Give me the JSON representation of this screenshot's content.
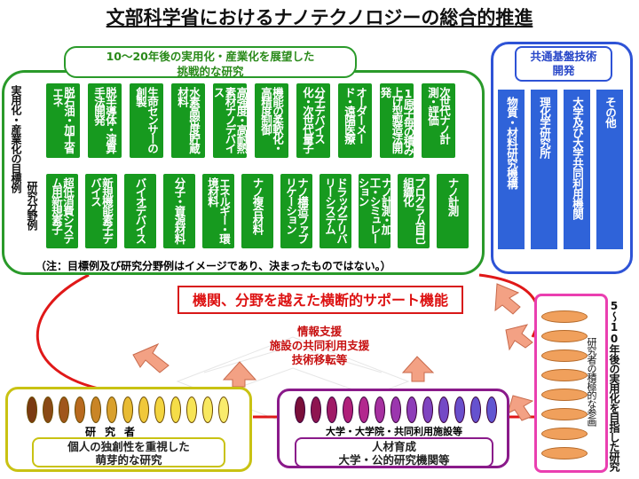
{
  "title": "文部科学省におけるナノテクノロジーの総合的推進",
  "top_banner": {
    "line1": "10～20年後の実用化・産業化を展望した",
    "line2": "挑戦的な研究"
  },
  "row_labels": {
    "goal": "実用化・産業化の目標例",
    "field": "研究分野例"
  },
  "goal_columns": [
    "脱石油・加工省エネ",
    "脱半導体・演算手法開発",
    "生命センサーの創製",
    "水素高密度貯蔵材料",
    "高強度・高耐熱素材ナノデバイス",
    "機能の柔軟化・高精度制御",
    "分子デバイス化・次世代量子",
    "オーダーメード・遠隔医療",
    "1原子毎の積み上げ型製造法開発",
    "次世代ナノ計測・評価"
  ],
  "field_columns": [
    "超低消費システム用新規素子",
    "新規機能素子デバイス",
    "バイオデバイス",
    "分子・資源材料",
    "エネルギー・環境材料",
    "ナノ複合材料",
    "ナノ構造ファブリケーション",
    "ドラッグデリバリーシステム",
    "ナノ計測・加工・シミュレーション",
    "プログラム自己組織化",
    "ナノ計測"
  ],
  "note": "（注：目標例及び研究分野例はイメージであり、決まったものではない。）",
  "infra": {
    "title_line1": "共通基盤技術",
    "title_line2": "開発",
    "columns": [
      "物質・材料研究機構",
      "理化学研究所",
      "大学及び大学共同利用機関",
      "その他"
    ]
  },
  "support": {
    "headline": "機関、分野を越えた横断的サポート機能",
    "items": [
      "情報支援",
      "施設の共同利用支援",
      "技術移転等"
    ]
  },
  "pink_panel": {
    "label_main": "5～10年後の実用化を目指した研究",
    "label_sub": "研究者の積極的な参画"
  },
  "left_panel": {
    "caption": "研究者",
    "box_line1": "個人の独創性を重視した",
    "box_line2": "萌芽的な研究"
  },
  "mid_panel": {
    "caption": "大学・大学院・共同利用施設等",
    "box_line1": "人材育成",
    "box_line2": "大学・公的研究機関等"
  },
  "colors": {
    "green": "#179a1f",
    "blue": "#2f63d9",
    "red": "#d81818",
    "pink": "#ea3fb0",
    "yellow": "#c9c213",
    "purple": "#8a1a8a",
    "orange_oval": "#f0a05c"
  }
}
